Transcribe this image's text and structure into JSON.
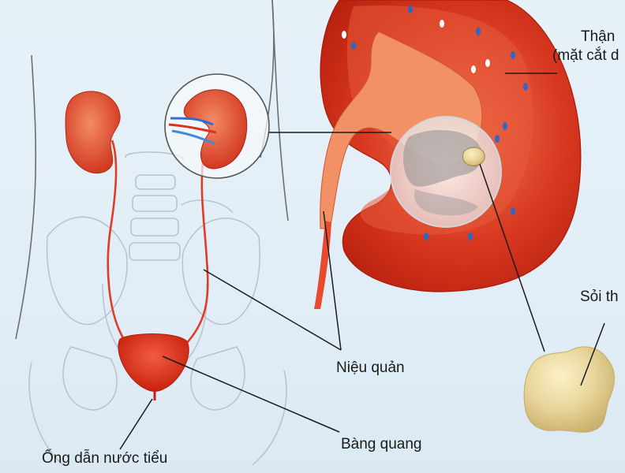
{
  "labels": {
    "kidney": "Thận",
    "kidney_sub": "(mặt cắt d",
    "stone": "Sỏi th",
    "ureter": "Niệu quản",
    "bladder": "Bàng quang",
    "urethra": "Ống dẫn nước tiểu"
  },
  "colors": {
    "background": "#e3eff8",
    "kidney_red": "#cf2a17",
    "kidney_cortex": "#e9593b",
    "kidney_pelvis": "#f38a5c",
    "ureter": "#e23b24",
    "stone": "#e8d9a0",
    "bone_outline": "#b8c2cc",
    "body_outline": "#6e6e6e",
    "leader_line": "#1b1b1b"
  }
}
